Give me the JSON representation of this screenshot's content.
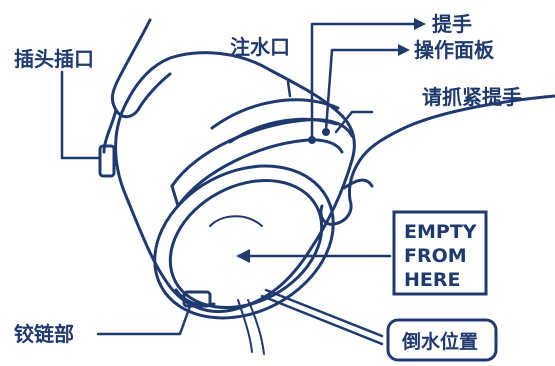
{
  "labels": {
    "handle": "提手",
    "control_panel": "操作面板",
    "water_inlet": "注水口",
    "plug_socket": "插头插口",
    "grip_handle": "请抓紧提手",
    "hinge": "铰链部",
    "pour_position": "倒水位置"
  },
  "empty_box": {
    "line1": "EMPTY",
    "line2": "FROM",
    "line3": "HERE"
  },
  "colors": {
    "ink": "#1f3a6e",
    "box_bg": "#ffffff"
  }
}
